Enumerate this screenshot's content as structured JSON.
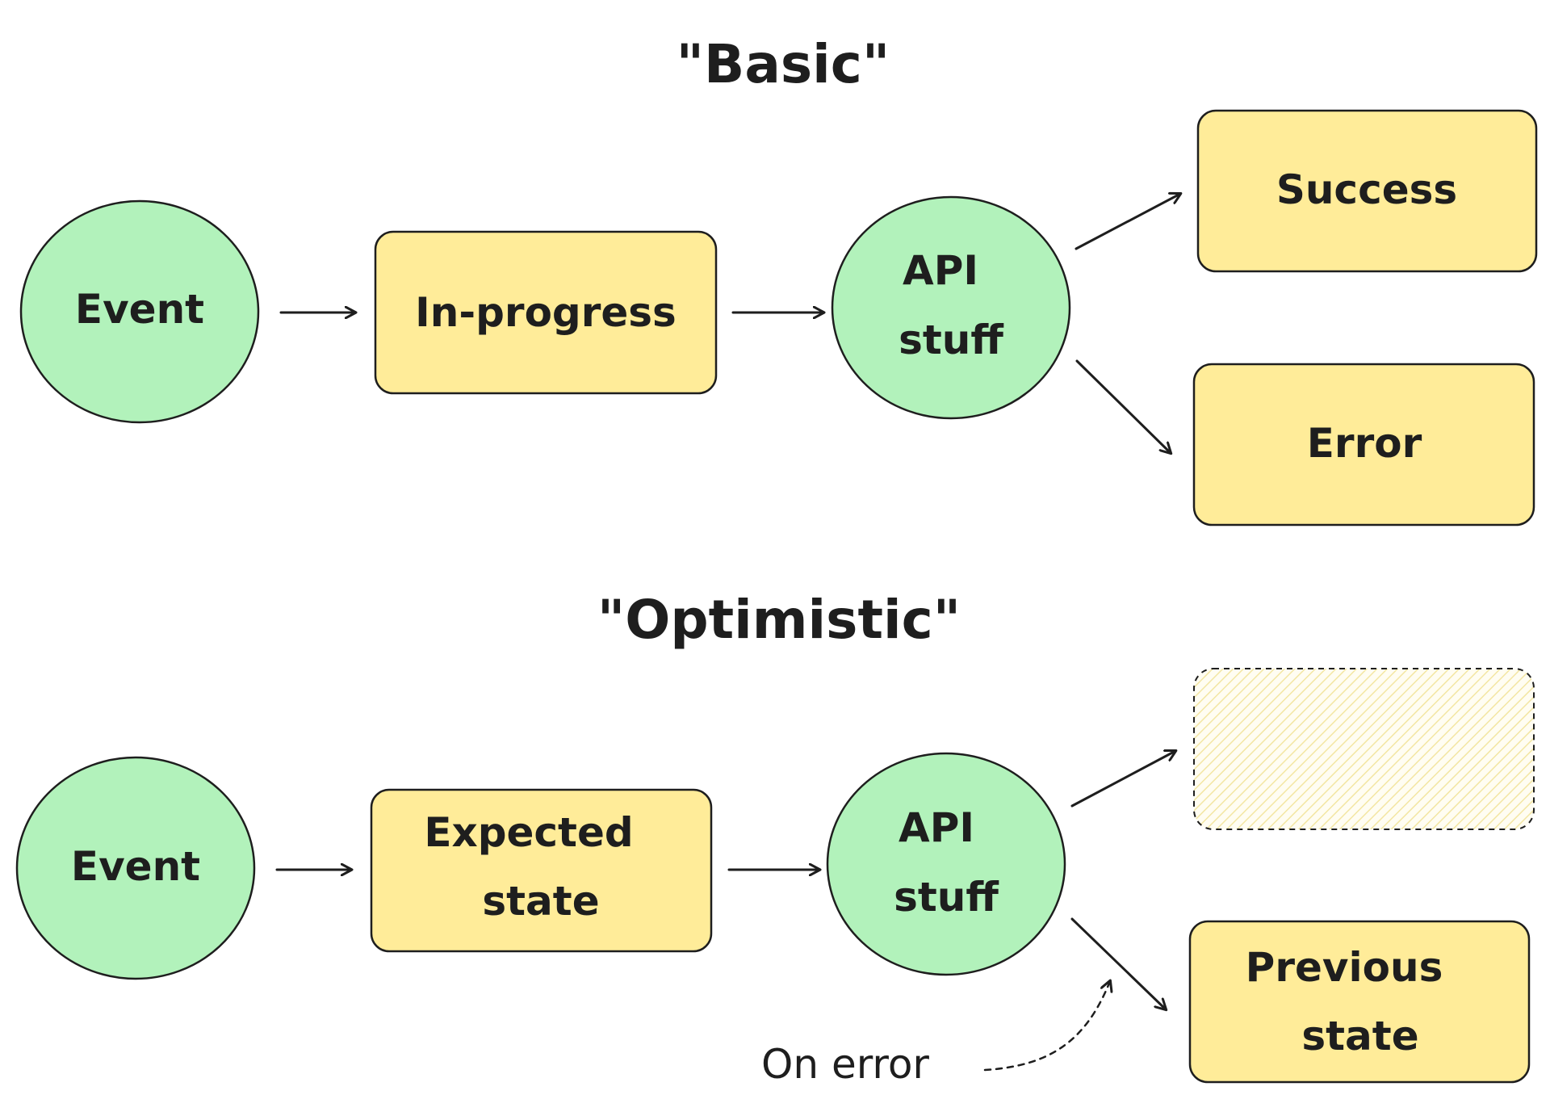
{
  "colors": {
    "circle_fill": "#b2f2bb",
    "box_fill": "#ffec99",
    "stroke": "#1e1e1e",
    "background": "#ffffff"
  },
  "basic": {
    "title": "\"Basic\"",
    "event": "Event",
    "in_progress": "In-progress",
    "api_line1": "API",
    "api_line2": "stuff",
    "success": "Success",
    "error": "Error"
  },
  "optimistic": {
    "title": "\"Optimistic\"",
    "event": "Event",
    "expected_line1": "Expected",
    "expected_line2": "state",
    "api_line1": "API",
    "api_line2": "stuff",
    "previous_line1": "Previous",
    "previous_line2": "state",
    "on_error": "On error"
  }
}
